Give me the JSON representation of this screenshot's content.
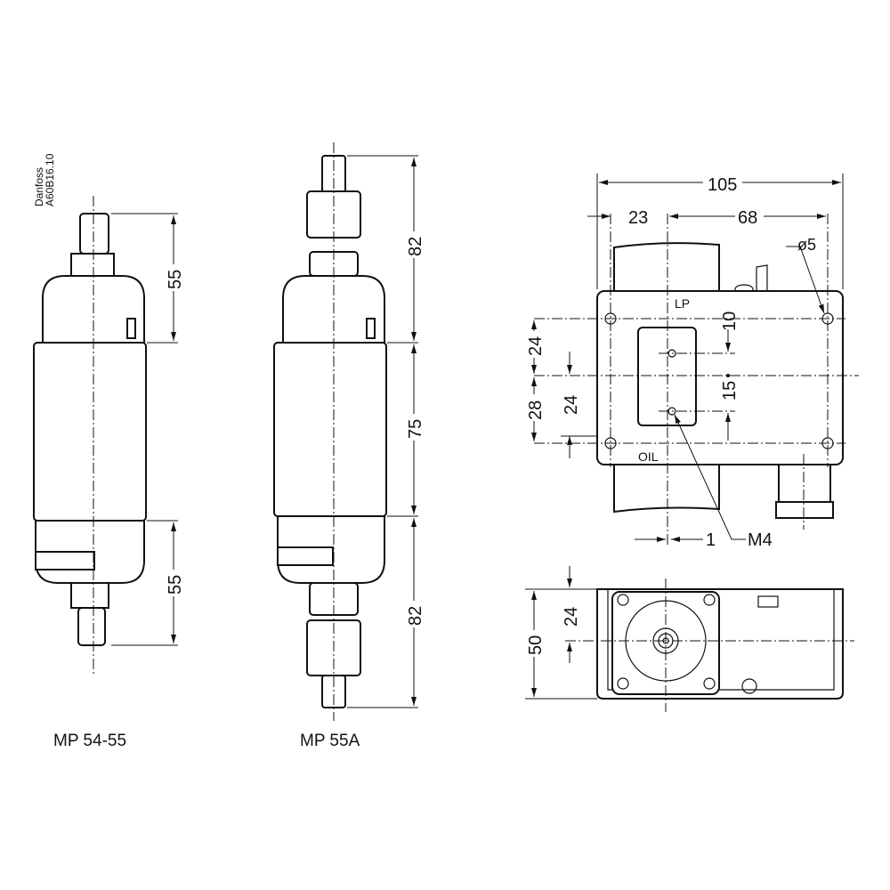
{
  "drawing_id": {
    "brand": "Danfoss",
    "code": "A60B16.10"
  },
  "models": {
    "left": "MP 54-55",
    "middle": "MP 55A"
  },
  "left_dims": {
    "top": "55",
    "bottom": "55"
  },
  "middle_dims": {
    "top": "82",
    "mid": "75",
    "bottom": "82"
  },
  "front_view": {
    "width": "105",
    "left_offset": "23",
    "hole_spacing": "68",
    "hole_dia": "ø5",
    "port_top": "LP",
    "port_bottom": "OIL",
    "v_upper": "24",
    "v_lower": "28",
    "v_inner": "24",
    "m4_top": "10",
    "m4_spacing": "15",
    "offset": "1",
    "thread": "M4"
  },
  "bottom_view": {
    "height": "50",
    "center": "24"
  }
}
